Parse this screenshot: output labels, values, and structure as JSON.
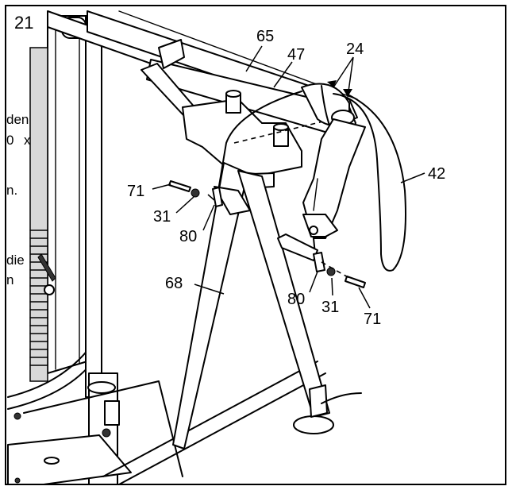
{
  "step_number": "21",
  "margin_text": [
    "den",
    "0",
    "x",
    "n.",
    "die",
    "n"
  ],
  "part_labels": {
    "p65": "65",
    "p47": "47",
    "p24": "24",
    "p42": "42",
    "p71_left": "71",
    "p31_left": "31",
    "p80_left": "80",
    "p68": "68",
    "p80_right": "80",
    "p31_right": "31",
    "p71_right": "71"
  }
}
